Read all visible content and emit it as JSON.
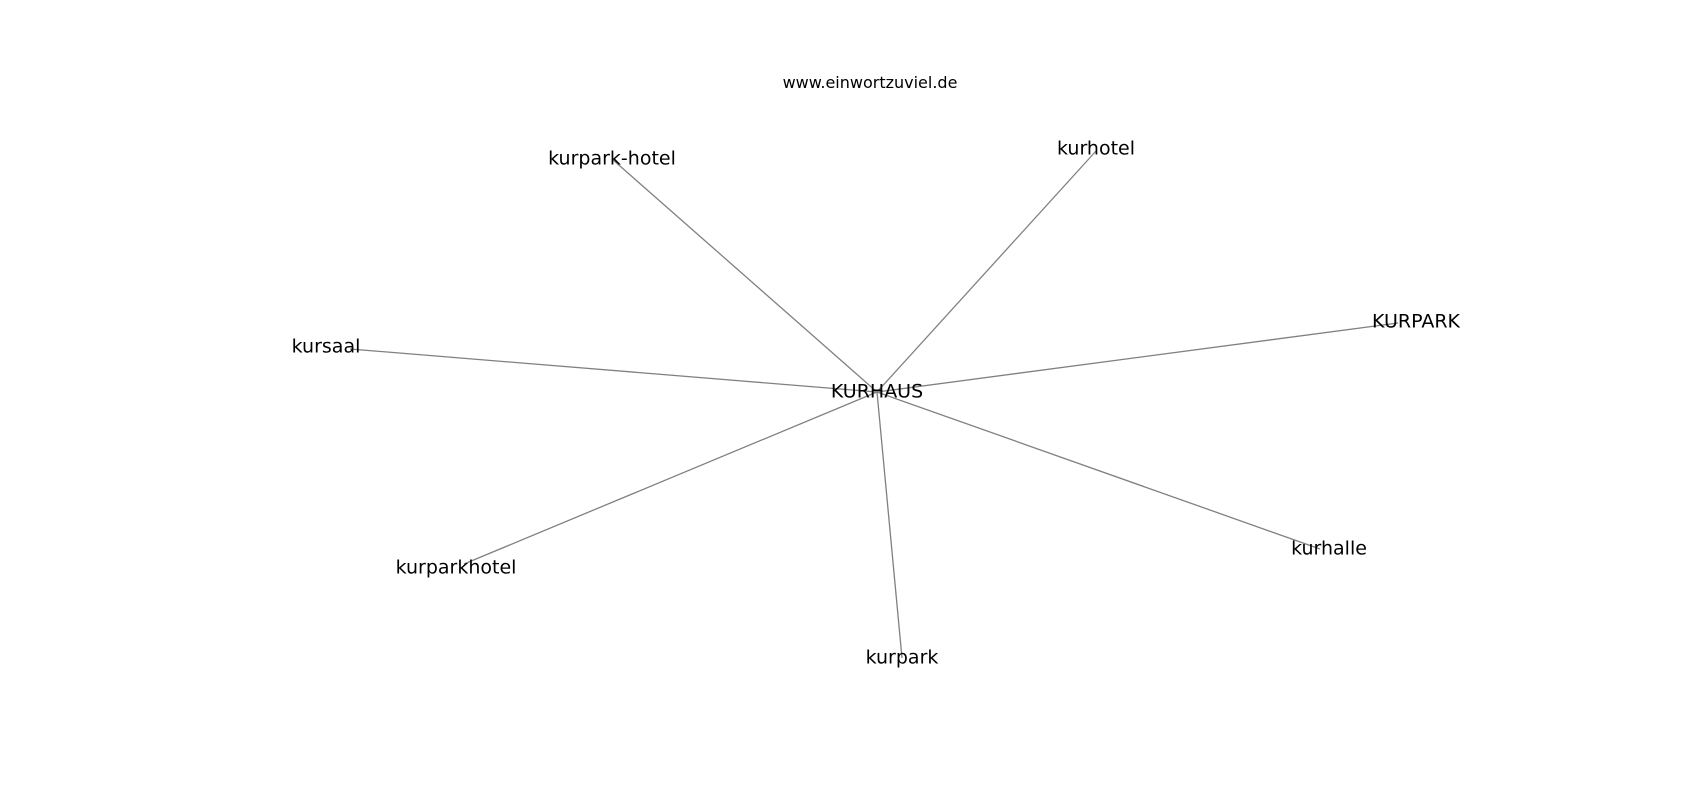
{
  "source": "www.einwortzuviel.de",
  "graph": {
    "center": "KURHAUS",
    "nodes": [
      "KURHAUS",
      "kurpark-hotel",
      "kurhotel",
      "KURPARK",
      "kursaal",
      "kurparkhotel",
      "kurpark",
      "kurhalle"
    ],
    "edges": [
      [
        "KURHAUS",
        "kurpark-hotel"
      ],
      [
        "KURHAUS",
        "kurhotel"
      ],
      [
        "KURHAUS",
        "KURPARK"
      ],
      [
        "KURHAUS",
        "kursaal"
      ],
      [
        "KURHAUS",
        "kurparkhotel"
      ],
      [
        "KURHAUS",
        "kurpark"
      ],
      [
        "KURHAUS",
        "kurhalle"
      ]
    ],
    "colors": {
      "edge": "#808080",
      "text": "#000000",
      "background": "#ffffff"
    }
  }
}
